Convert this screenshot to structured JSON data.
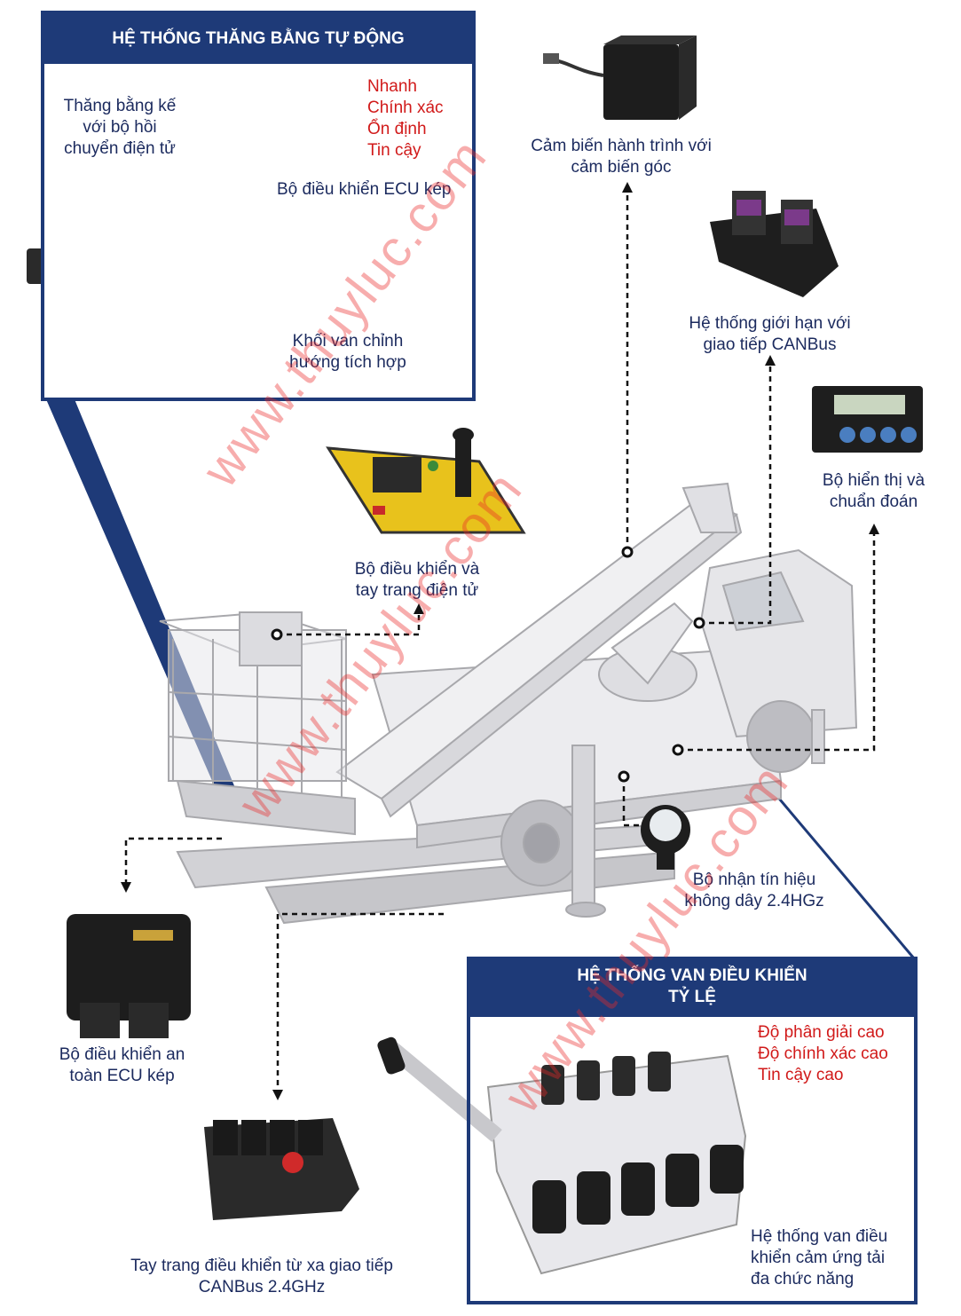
{
  "top_box": {
    "title": "HỆ THỐNG THĂNG BẰNG TỰ ĐỘNG",
    "benefits": [
      "Nhanh",
      "Chính xác",
      "Ổn định",
      "Tin cậy"
    ],
    "inclinometer_label": [
      "Thăng bằng kế",
      "với bộ hồi",
      "chuyển điện tử"
    ],
    "ecu_label": "Bộ điều khiển ECU kép",
    "valve_label": [
      "Khối van chỉnh",
      "hướng tích hợp"
    ]
  },
  "components": {
    "stroke_sensor": [
      "Cảm biến hành trình với",
      "cảm biến góc"
    ],
    "limit_system": [
      "Hệ thống giới hạn với",
      "giao tiếp CANBus"
    ],
    "display": [
      "Bộ hiển thị và",
      "chuẩn đoán"
    ],
    "controller": [
      "Bộ điều khiển và",
      "tay trang điện tử"
    ],
    "receiver": [
      "Bộ nhận tín hiệu",
      "không dây 2.4HGz"
    ],
    "safety_ecu": [
      "Bộ điều khiển an",
      "toàn ECU kép"
    ],
    "remote": [
      "Tay trang điều khiển từ xa giao tiếp",
      "CANBus 2.4GHz"
    ]
  },
  "bottom_box": {
    "title": [
      "HỆ THỐNG VAN ĐIỀU KHIỂN",
      "TỶ LỆ"
    ],
    "benefits": [
      "Độ phân giải cao",
      "Độ chính xác cao",
      "Tin cậy cao"
    ],
    "valve_label": [
      "Hệ thống van điều",
      "khiển cảm ứng tải",
      "đa chức năng"
    ]
  },
  "watermark": "www.thuyluc.com",
  "colors": {
    "navy": "#1e3a78",
    "red": "#d11a1a",
    "text": "#1b2a5e"
  }
}
